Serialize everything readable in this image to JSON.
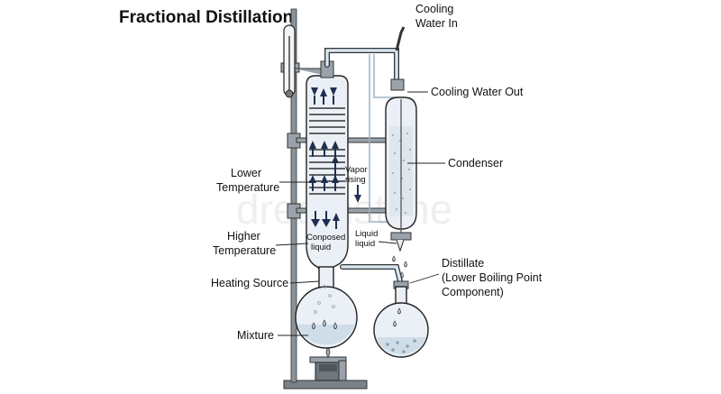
{
  "title": "Fractional Distillation",
  "watermark": "dreamstime",
  "labels": {
    "cooling_water_in": [
      "Cooling",
      "Water In"
    ],
    "cooling_water_out": "Cooling Water Out",
    "condenser": "Condenser",
    "lower_temperature": [
      "Lower",
      "Temperature"
    ],
    "higher_temperature": [
      "Higher",
      "Temperature"
    ],
    "heating_source": "Heating Source",
    "mixture": "Mixture",
    "distillate": [
      "Distillate",
      "(Lower Boiling Point",
      "Component)"
    ],
    "vapor_rising": [
      "Vapor",
      "rising"
    ],
    "liquid": [
      "Liquid",
      "liquid"
    ],
    "composed_liquid": [
      "Conposed",
      "liquid"
    ]
  },
  "colors": {
    "glass": "#eaf0f5",
    "metal": "#9aa3ab",
    "arrow": "#1f2f4f",
    "liquid": "#cfdde8"
  }
}
